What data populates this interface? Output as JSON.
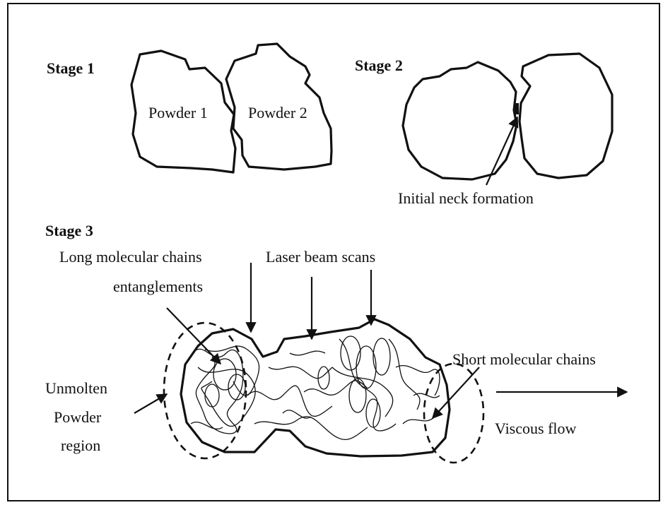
{
  "stages": {
    "stage1": {
      "title": "Stage 1",
      "powder1": "Powder 1",
      "powder2": "Powder 2"
    },
    "stage2": {
      "title": "Stage 2",
      "neck_label": "Initial neck formation"
    },
    "stage3": {
      "title": "Stage 3",
      "long_chains_line1": "Long molecular chains",
      "long_chains_line2": "entanglements",
      "laser": "Laser beam scans",
      "short_chains": "Short molecular chains",
      "unmolten_line1": "Unmolten",
      "unmolten_line2": "Powder",
      "unmolten_line3": "region",
      "viscous": "Viscous flow"
    }
  }
}
